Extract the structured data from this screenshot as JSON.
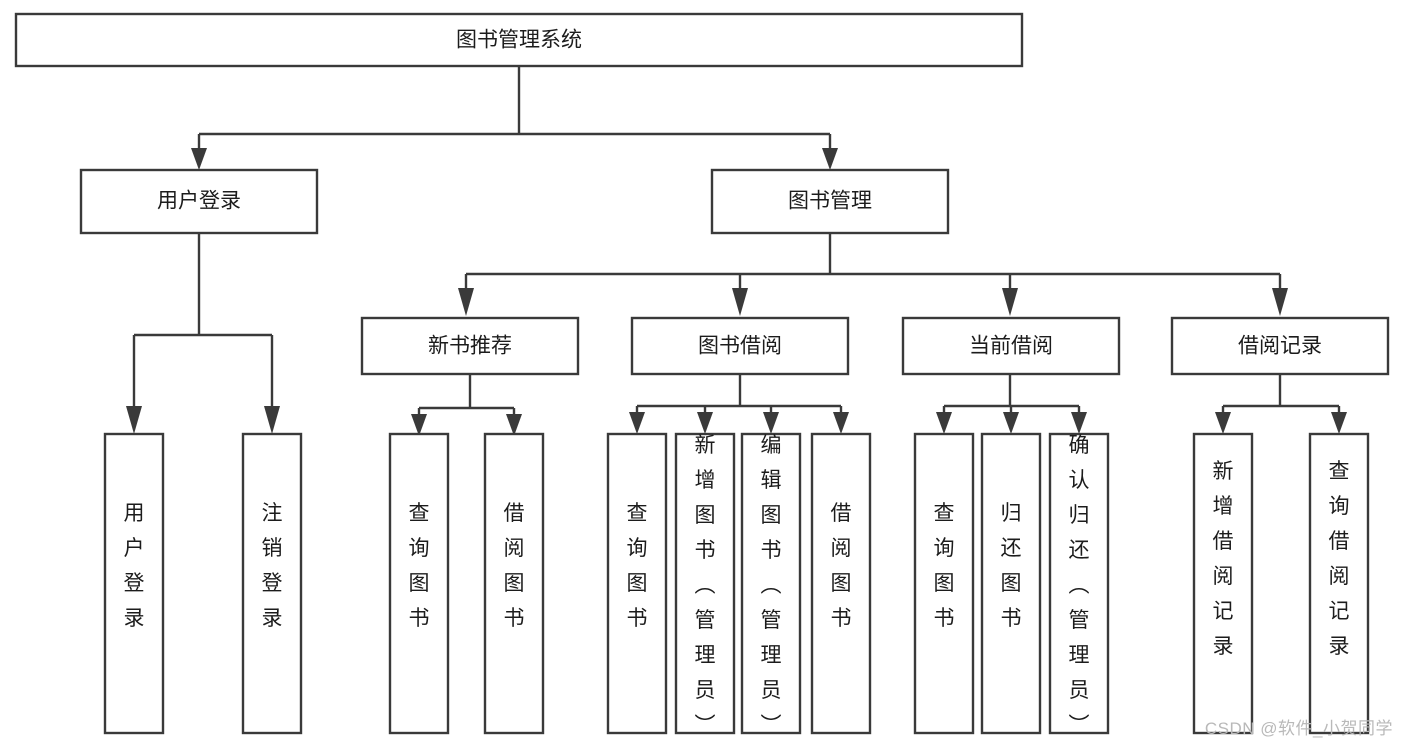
{
  "diagram": {
    "title": "图书管理系统",
    "type": "function-hierarchy-tree",
    "watermark": "CSDN @软件_小贺同学",
    "colors": {
      "stroke": "#3a3a3a",
      "box_fill": "#ffffff",
      "text": "#1c1c1c",
      "background": "#ffffff",
      "watermark": "#b9b9b9"
    },
    "levels": {
      "root": {
        "label": "图书管理系统"
      },
      "level2": [
        {
          "id": "user-login",
          "label": "用户登录"
        },
        {
          "id": "book-management",
          "label": "图书管理"
        }
      ],
      "level3": [
        {
          "id": "new-book-recommend",
          "label": "新书推荐",
          "parent": "book-management"
        },
        {
          "id": "book-borrow",
          "label": "图书借阅",
          "parent": "book-management"
        },
        {
          "id": "current-borrow",
          "label": "当前借阅",
          "parent": "book-management"
        },
        {
          "id": "borrow-record",
          "label": "借阅记录",
          "parent": "book-management"
        }
      ],
      "leaves": [
        {
          "id": "leaf-user-login",
          "label": "用户登录",
          "parent": "user-login"
        },
        {
          "id": "leaf-logout-login",
          "label": "注销登录",
          "parent": "user-login"
        },
        {
          "id": "leaf-query-book-1",
          "label": "查询图书",
          "parent": "new-book-recommend"
        },
        {
          "id": "leaf-borrow-book-1",
          "label": "借阅图书",
          "parent": "new-book-recommend"
        },
        {
          "id": "leaf-query-book-2",
          "label": "查询图书",
          "parent": "book-borrow"
        },
        {
          "id": "leaf-add-book",
          "label": "新增图书（管理员）",
          "parent": "book-borrow"
        },
        {
          "id": "leaf-edit-book",
          "label": "编辑图书（管理员）",
          "parent": "book-borrow"
        },
        {
          "id": "leaf-borrow-book-2",
          "label": "借阅图书",
          "parent": "book-borrow"
        },
        {
          "id": "leaf-query-book-3",
          "label": "查询图书",
          "parent": "current-borrow"
        },
        {
          "id": "leaf-return-book",
          "label": "归还图书",
          "parent": "current-borrow"
        },
        {
          "id": "leaf-confirm-return",
          "label": "确认归还（管理员）",
          "parent": "current-borrow"
        },
        {
          "id": "leaf-add-record",
          "label": "新增借阅记录",
          "parent": "borrow-record"
        },
        {
          "id": "leaf-query-record",
          "label": "查询借阅记录",
          "parent": "borrow-record"
        }
      ]
    }
  }
}
